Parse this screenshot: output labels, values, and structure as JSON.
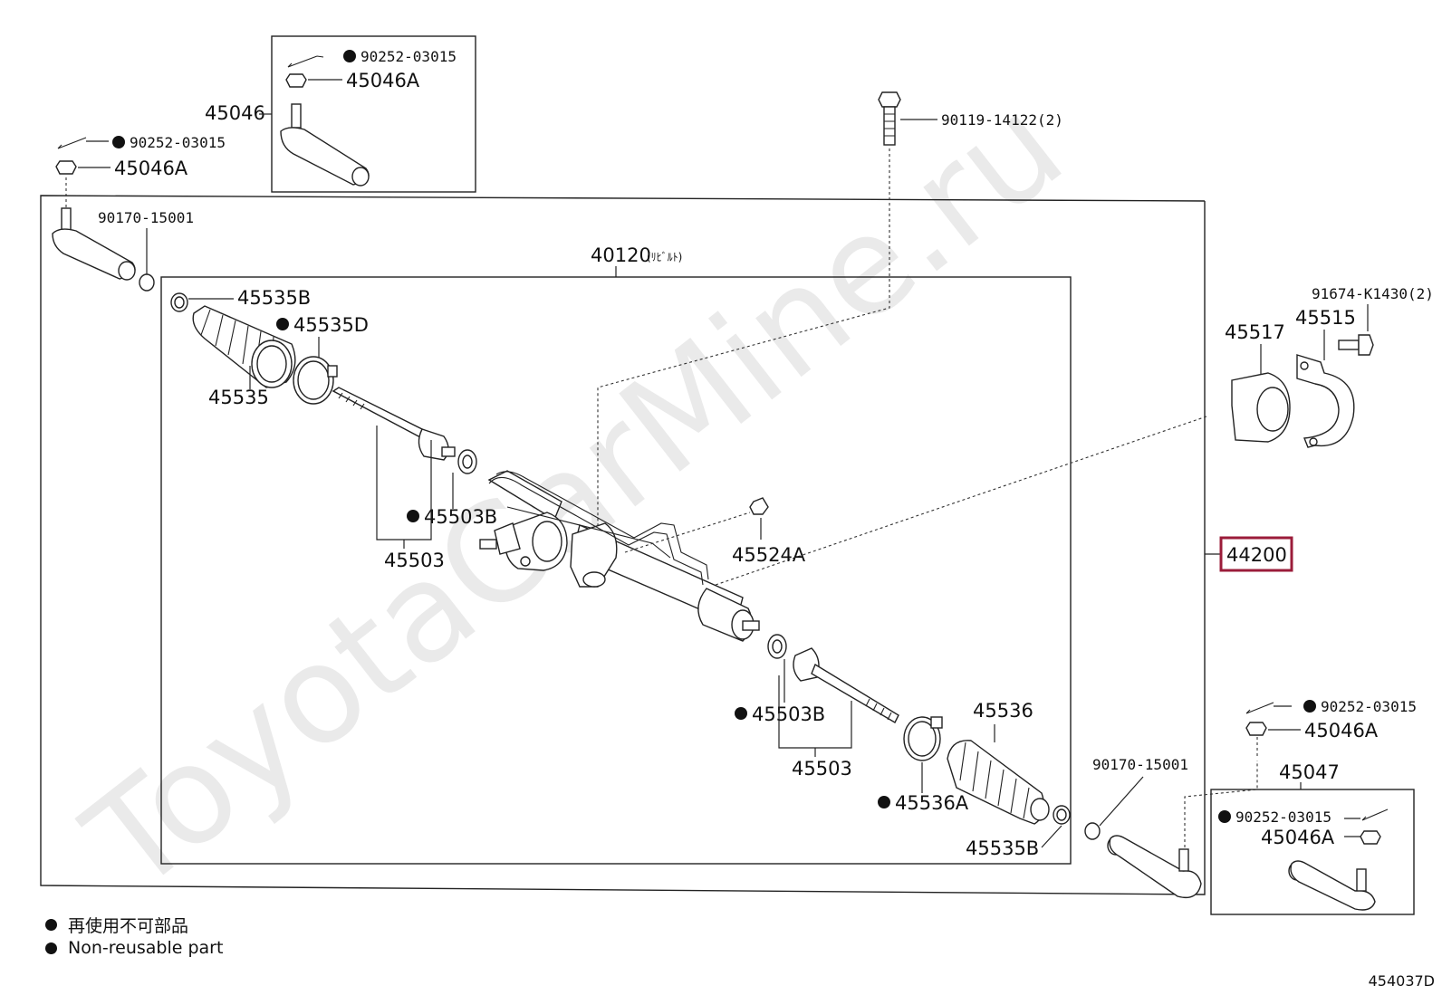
{
  "watermark": "ToyotaCarMine.ru",
  "diagram_code": "454037D",
  "assembly_label": "44200",
  "subassembly_label": "40120",
  "subassembly_suffix": "(ﾘﾋﾞﾙﾄ)",
  "labels": {
    "cotter_pin_tl": "90252-03015",
    "nut_tl": "45046A",
    "tie_rod_end_left": "45046",
    "cotter_pin_left": "90252-03015",
    "nut_left": "45046A",
    "nut_left_small": "90170-15001",
    "bolt_top": "90119-14122(2)",
    "bolt_right": "91674-K1430(2)",
    "bracket": "45515",
    "bushing": "45517",
    "clip_left": "45535B",
    "band_left": "45535D",
    "boot_left": "45535",
    "washer_left": "45503B",
    "inner_rod_left": "45503",
    "fitting": "45524A",
    "washer_right": "45503B",
    "inner_rod_right": "45503",
    "boot_right": "45536",
    "band_right": "45536A",
    "clip_right": "45535B",
    "nut_right_small": "90170-15001",
    "cotter_pin_r1": "90252-03015",
    "nut_r1": "45046A",
    "tie_rod_end_right": "45047",
    "cotter_pin_r2": "90252-03015",
    "nut_r2": "45046A"
  },
  "legend": [
    {
      "text": "再使用不可部品"
    },
    {
      "text": "Non-reusable part"
    }
  ]
}
